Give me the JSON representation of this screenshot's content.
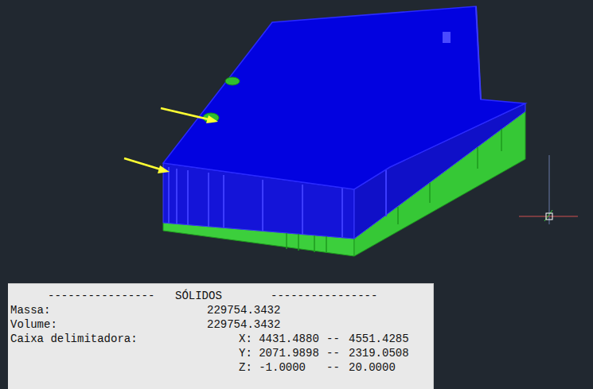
{
  "diagram": {
    "nodes": [
      {
        "text": [
          "----------------",
          "SÓLIDOS",
          "----------------",
          "Massa:",
          "229754.3432",
          "Volume:",
          "229754.3432",
          "Caixa delimitadora:",
          "X: 4431.4880",
          "--",
          "4551.4285",
          "Y: 2071.9898",
          "--",
          "2319.0508",
          "Z: -1.0000",
          "--",
          "20.0000"
        ]
      }
    ]
  }
}
